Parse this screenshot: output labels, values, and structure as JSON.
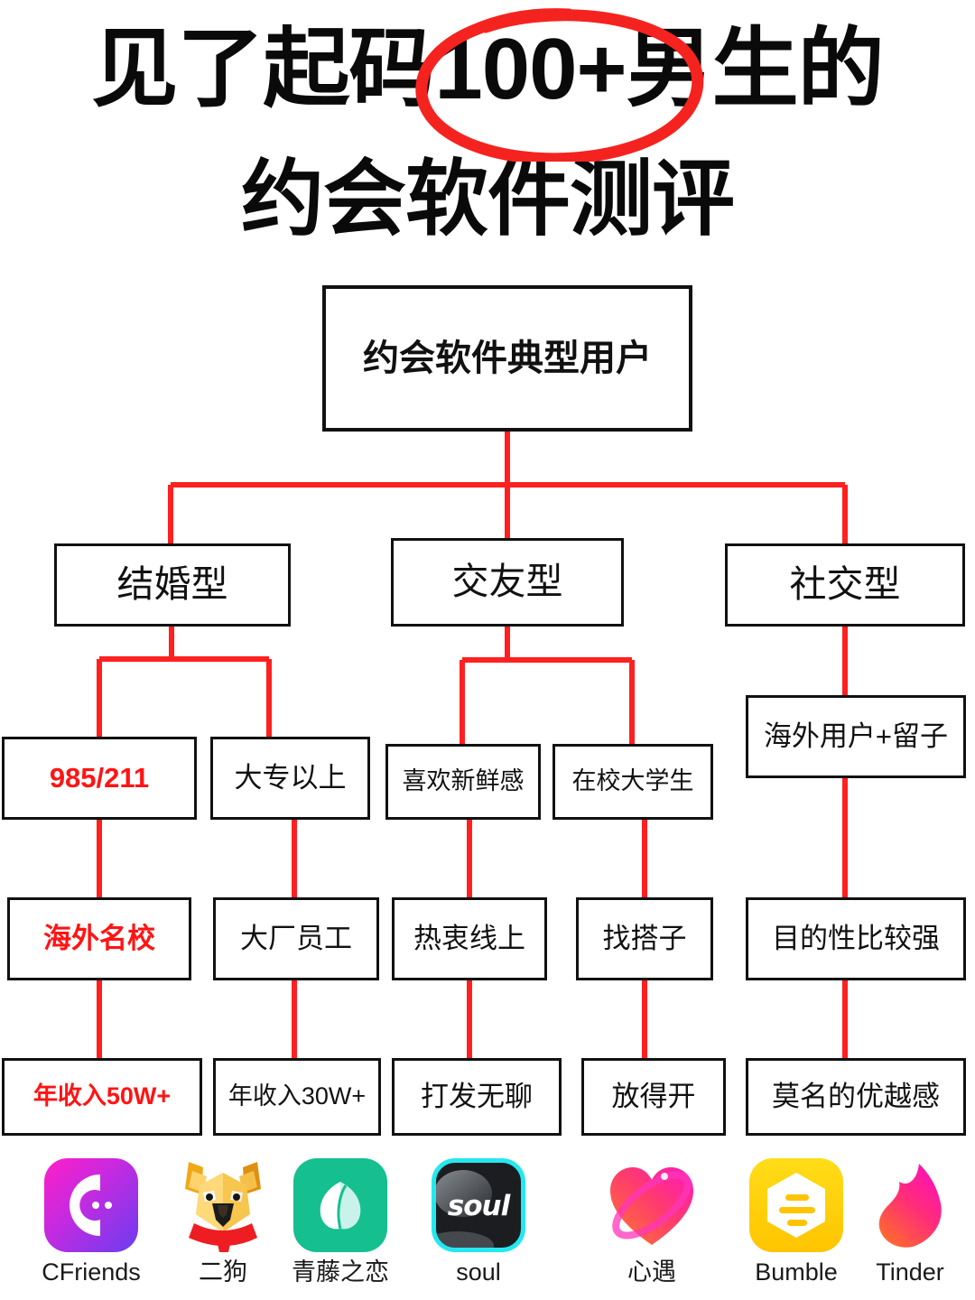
{
  "title": {
    "line1": "见了起码100+男生的",
    "line2": "约会软件测评",
    "highlight": "100+",
    "circle_color": "#f5231f"
  },
  "diagram": {
    "type": "tree",
    "line_color": "#ff2020",
    "box_border_color": "#111111",
    "accent_text_color": "#ff1414",
    "root": {
      "label": "约会软件典型用户"
    },
    "branches": [
      {
        "name": "结婚型",
        "label": "结婚型",
        "children": [
          {
            "chain": [
              "985/211",
              "海外名校",
              "年收入50W+"
            ],
            "emphasis": "red"
          },
          {
            "chain": [
              "大专以上",
              "大厂员工",
              "年收入30W+"
            ],
            "emphasis": "normal"
          }
        ]
      },
      {
        "name": "交友型",
        "label": "交友型",
        "children": [
          {
            "chain": [
              "喜欢新鲜感",
              "热衷线上",
              "打发无聊"
            ],
            "emphasis": "normal"
          },
          {
            "chain": [
              "在校大学生",
              "找搭子",
              "放得开"
            ],
            "emphasis": "normal"
          }
        ]
      },
      {
        "name": "社交型",
        "label": "社交型",
        "children": [
          {
            "chain": [
              "海外用户+留子",
              "目的性比较强",
              "莫名的优越感"
            ],
            "emphasis": "normal"
          }
        ]
      }
    ],
    "nodes": {
      "root": "约会软件典型用户",
      "l2_a": "结婚型",
      "l2_b": "交友型",
      "l2_c": "社交型",
      "a1_1": "985/211",
      "a1_2": "海外名校",
      "a1_3": "年收入50W+",
      "a2_1": "大专以上",
      "a2_2": "大厂员工",
      "a2_3": "年收入30W+",
      "b1_1": "喜欢新鲜感",
      "b1_2": "热衷线上",
      "b1_3": "打发无聊",
      "b2_1": "在校大学生",
      "b2_2": "找搭子",
      "b2_3": "放得开",
      "c_1": "海外用户+留子",
      "c_2": "目的性比较强",
      "c_3": "莫名的优越感"
    }
  },
  "apps": [
    {
      "name": "CFriends",
      "icon": "cfriends-icon",
      "color": "#c62ae0"
    },
    {
      "name": "二狗",
      "icon": "ergou-dog-icon",
      "color": "#e8a020"
    },
    {
      "name": "青藤之恋",
      "icon": "qingteng-leaf-icon",
      "color": "#15bf8f"
    },
    {
      "name": "soul",
      "icon": "soul-icon",
      "color": "#25e8ef"
    },
    {
      "name": "心遇",
      "icon": "xinyu-heart-icon",
      "color": "#ff2fa0"
    },
    {
      "name": "Bumble",
      "icon": "bumble-icon",
      "color": "#ffc400"
    },
    {
      "name": "Tinder",
      "icon": "tinder-flame-icon",
      "color": "#ff2d78"
    }
  ]
}
